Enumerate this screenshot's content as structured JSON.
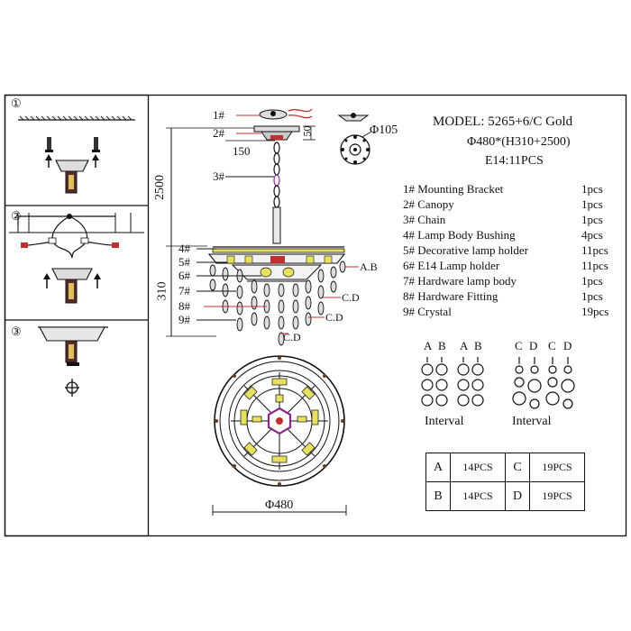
{
  "steps": [
    "①",
    "②",
    "③"
  ],
  "model": {
    "line1": "MODEL: 5265+6/C Gold",
    "line2": "Φ480*(H310+2500)",
    "line3": "E14:11PCS"
  },
  "parts": [
    {
      "num": "1#",
      "name": "Mounting Bracket",
      "qty": "1pcs"
    },
    {
      "num": "2#",
      "name": "Canopy",
      "qty": "1pcs"
    },
    {
      "num": "3#",
      "name": "Chain",
      "qty": "1pcs"
    },
    {
      "num": "4#",
      "name": "Lamp Body Bushing",
      "qty": "4pcs"
    },
    {
      "num": "5#",
      "name": "Decorative lamp holder",
      "qty": "11pcs"
    },
    {
      "num": "6#",
      "name": "E14 Lamp holder",
      "qty": "11pcs"
    },
    {
      "num": "7#",
      "name": "Hardware lamp body",
      "qty": "1pcs"
    },
    {
      "num": "8#",
      "name": "Hardware Fitting",
      "qty": "1pcs"
    },
    {
      "num": "9#",
      "name": "Crystal",
      "qty": "19pcs"
    }
  ],
  "callouts": [
    "1#",
    "2#",
    "3#",
    "4#",
    "5#",
    "6#",
    "7#",
    "8#",
    "9#"
  ],
  "crystal_labels": {
    "ab": "A.B",
    "cd1": "C.D",
    "cd2": "C.D",
    "cd3": "C.D"
  },
  "dimensions": {
    "canopy_height": "50",
    "canopy_offset": "150",
    "canopy_dia": "Φ105",
    "chain": "2500",
    "body": "310",
    "diameter": "Φ480"
  },
  "interval": {
    "group1_letters": [
      "A",
      "B",
      "A",
      "B"
    ],
    "group2_letters": [
      "C",
      "D",
      "C",
      "D"
    ],
    "label1": "Interval",
    "label2": "Interval"
  },
  "crystal_table": [
    {
      "key": "A",
      "value": "14PCS",
      "key2": "C",
      "value2": "19PCS"
    },
    {
      "key": "B",
      "value": "14PCS",
      "key2": "D",
      "value2": "19PCS"
    }
  ],
  "colors": {
    "line": "#111111",
    "gold": "#e8e060",
    "red": "#c03030",
    "purple": "#8a2a8a",
    "brown": "#6a3a20"
  }
}
